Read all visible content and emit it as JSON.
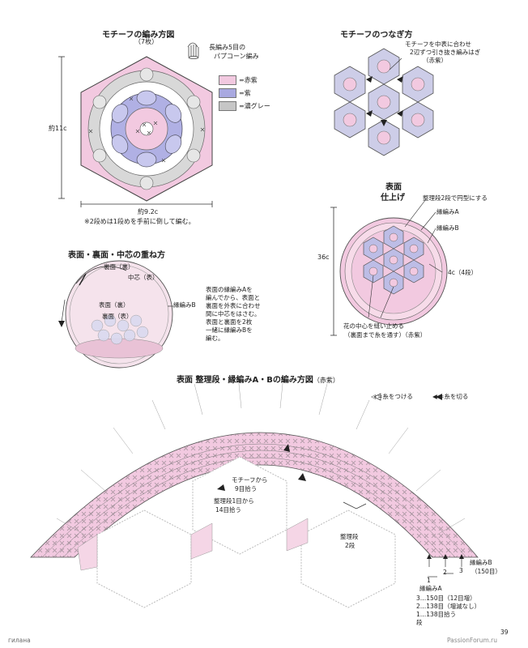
{
  "colors": {
    "red_purple": "#f2c9e0",
    "purple": "#a9a9e0",
    "dark_gray": "#c6c6c6",
    "line": "#555555"
  },
  "motif_pattern": {
    "title": "モチーフの編み方図",
    "count": "（7枚）",
    "popcorn_label_1": "長編み5目の",
    "popcorn_label_2": "パプコーン編み",
    "legend": [
      {
        "label": "=赤紫",
        "color": "#f2c9e0"
      },
      {
        "label": "=紫",
        "color": "#a9a9e0"
      },
      {
        "label": "=濃グレー",
        "color": "#c6c6c6"
      }
    ],
    "height_label": "約11c",
    "width_label": "約9.2c",
    "note": "※2段めは1段めを手前に倒して編む。"
  },
  "joining": {
    "title": "モチーフのつなぎ方",
    "note_1": "モチーフを中表に合わせ",
    "note_2": "2辺ずつ引き抜き編みはぎ",
    "note_3": "（赤紫）"
  },
  "finished": {
    "title_1": "表面",
    "title_2": "仕上げ",
    "ann_1": "整理段2段で円型にする",
    "ann_2": "縁編みA",
    "ann_3": "縁編みB",
    "size": "36c",
    "edge": "4c（4段）",
    "flower_1": "花の中心を縫い止める",
    "flower_2": "（裏面まで糸を通す）（赤紫）"
  },
  "layering": {
    "title": "表面・裏面・中芯の重ね方",
    "back_top": "裏面（裏）",
    "core": "中芯（表）",
    "back_mid": "表面（裏）",
    "front": "裏面（表）",
    "edge_b": "縁編みB",
    "desc": [
      "表面の縁編みAを",
      "編んでから、表面と",
      "裏面を外表に合わせ",
      "間に中芯をはさむ。",
      "表面と裏面を2枚",
      "一緒に縁編みBを",
      "編む。"
    ]
  },
  "edging_chart": {
    "title": "表面 整理段・縁編みA・Bの編み方図",
    "title_color": "（赤紫）",
    "legend_attach": "◁ =糸をつける",
    "legend_cut": "◀ =糸を切る",
    "from_motif_1": "モチーフから",
    "from_motif_2": "9目拾う",
    "from_round_1": "整理段1目から",
    "from_round_2": "14目拾う",
    "round_label_1": "整理段",
    "round_label_2": "2段",
    "edge_b_1": "縁編みB",
    "edge_b_2": "（150目）",
    "row_nums": [
      "1",
      "2",
      "3"
    ],
    "edge_a": "縁編みA",
    "rows": [
      "3…150目（12目増）",
      "2…138目（増減なし）",
      "1…138目拾う"
    ],
    "dan": "段"
  },
  "footer": {
    "left": "гилана",
    "page": "39",
    "watermark": "PassionForum.ru"
  }
}
